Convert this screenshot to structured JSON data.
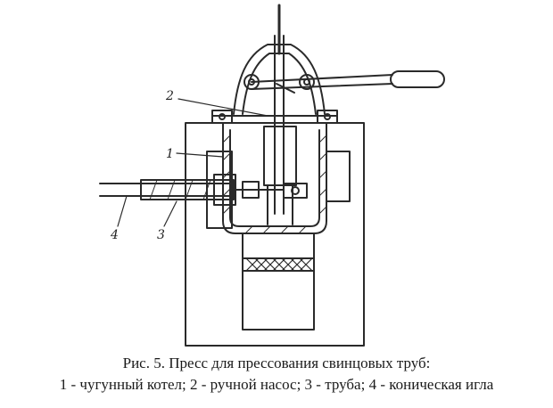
{
  "diagram": {
    "callouts": [
      {
        "id": "1",
        "text": "1"
      },
      {
        "id": "2",
        "text": "2"
      },
      {
        "id": "3",
        "text": "3"
      },
      {
        "id": "4",
        "text": "4"
      }
    ]
  },
  "caption": {
    "line1": "Рис. 5. Пресс для прессования свинцовых труб:",
    "line2": "1 - чугунный котел; 2 - ручной насос; 3 - труба; 4 - коническая игла"
  }
}
